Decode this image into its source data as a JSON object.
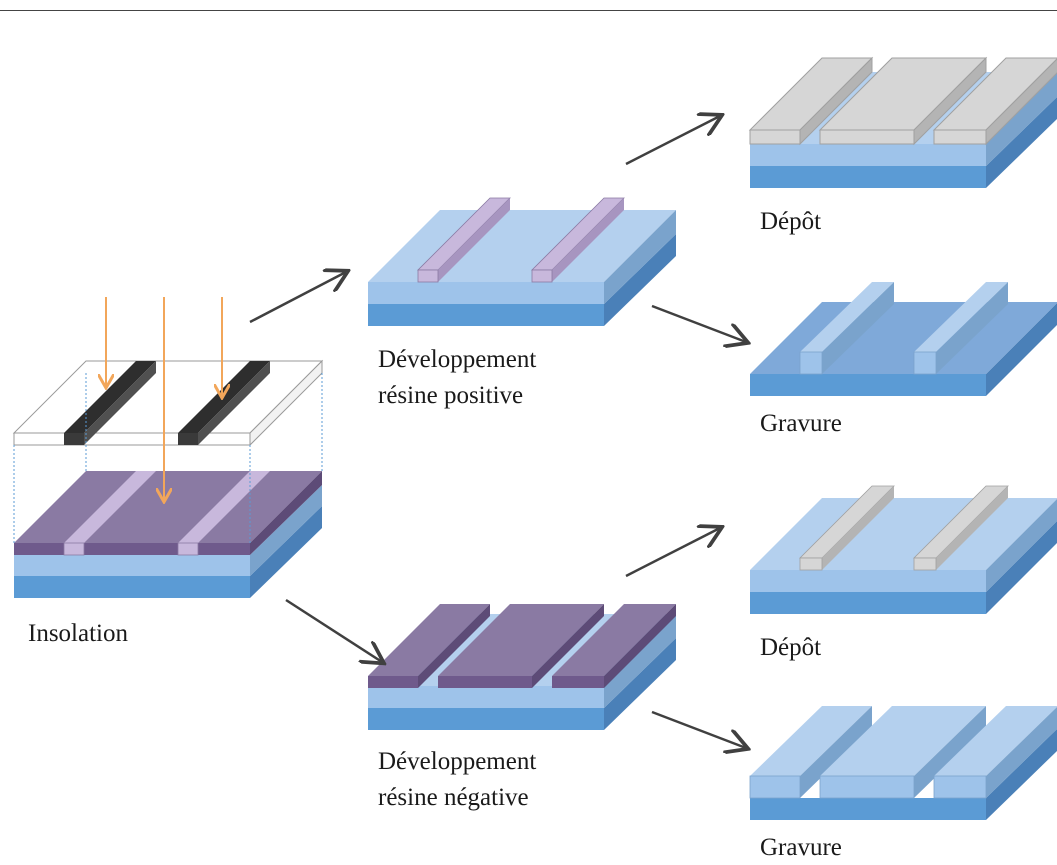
{
  "labels": {
    "insolation": "Insolation",
    "dev_positive_1": "Développement",
    "dev_positive_2": "résine positive",
    "dev_negative_1": "Développement",
    "dev_negative_2": "résine négative",
    "depot_top": "Dépôt",
    "gravure_top": "Gravure",
    "depot_bottom": "Dépôt",
    "gravure_bottom": "Gravure"
  },
  "colors": {
    "substrate_front": "#5b9bd5",
    "substrate_side": "#4a80b8",
    "layer_front": "#9ec3ea",
    "layer_side": "#7aa3cc",
    "layer_top": "#b4d0ee",
    "resist_front": "#6f5a8c",
    "resist_side": "#5d4b77",
    "resist_top": "#8a7aa3",
    "resist_exposed": "#c8b8dc",
    "mask_opaque": "#505050",
    "metal_top": "#d6d6d6",
    "light_ray": "#f2a65a",
    "arrow": "#404040"
  }
}
